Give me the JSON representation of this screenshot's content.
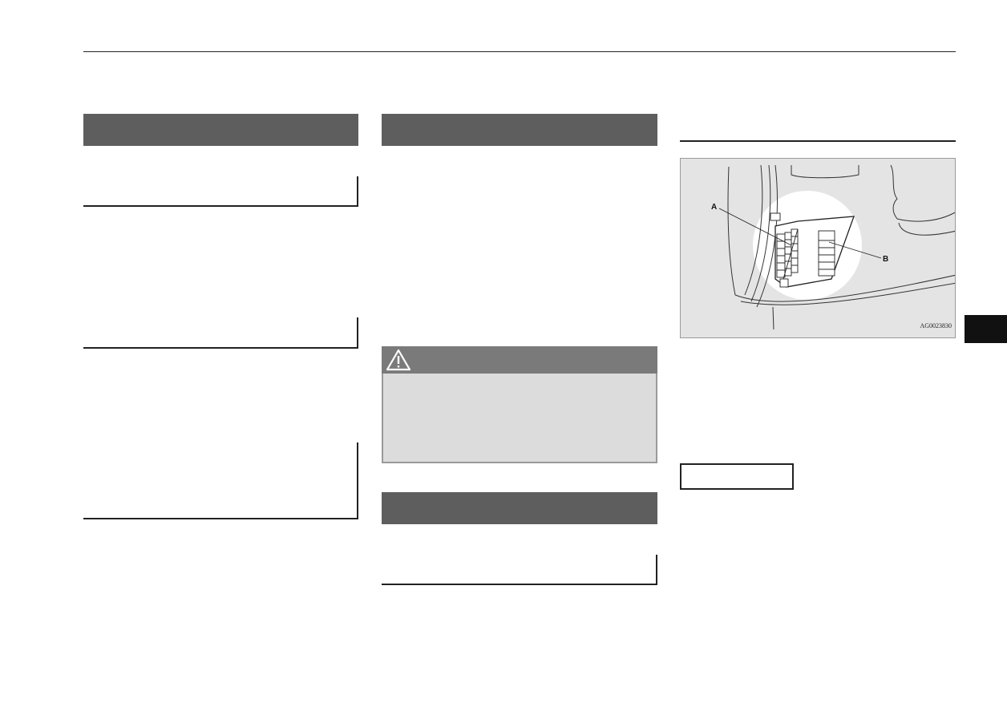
{
  "figure": {
    "callout_a": "A",
    "callout_b": "B",
    "image_code": "AG0023830"
  },
  "icons": {
    "warning": "warning-triangle-icon"
  },
  "colors": {
    "section_header": "#5e5e5e",
    "warning_header": "#7a7a7a",
    "warning_body": "#dcdcdc",
    "side_tab": "#111111"
  }
}
